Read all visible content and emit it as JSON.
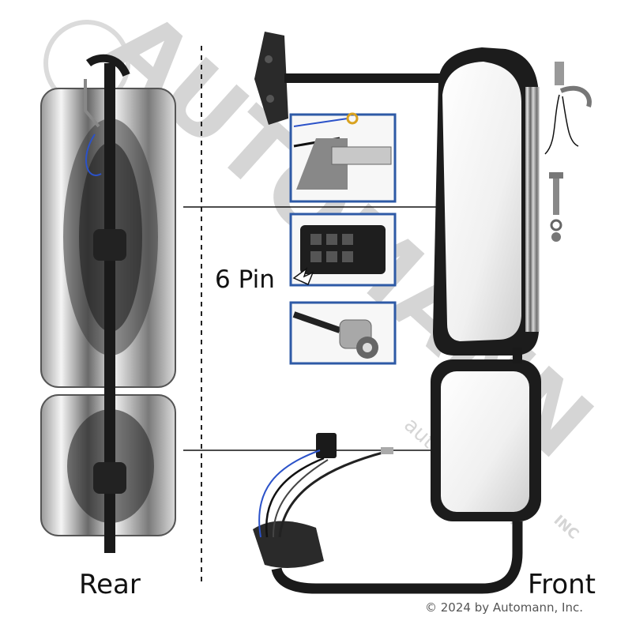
{
  "labels": {
    "rear": "Rear",
    "front": "Front",
    "pin": "6 Pin",
    "copyright": "© 2024 by Automann, Inc."
  },
  "watermark": {
    "large": "AUTOMANN",
    "small": "automann.com",
    "badge": "INC"
  },
  "colors": {
    "chrome_light": "#f2f2f2",
    "chrome_dark": "#5a5a5a",
    "arm_black": "#1a1a1a",
    "detail_frame": "#2e5aa6",
    "watermark": "#8a8a8a",
    "wire_blue": "#2b52c9",
    "wire_yellow": "#d9a21f"
  }
}
